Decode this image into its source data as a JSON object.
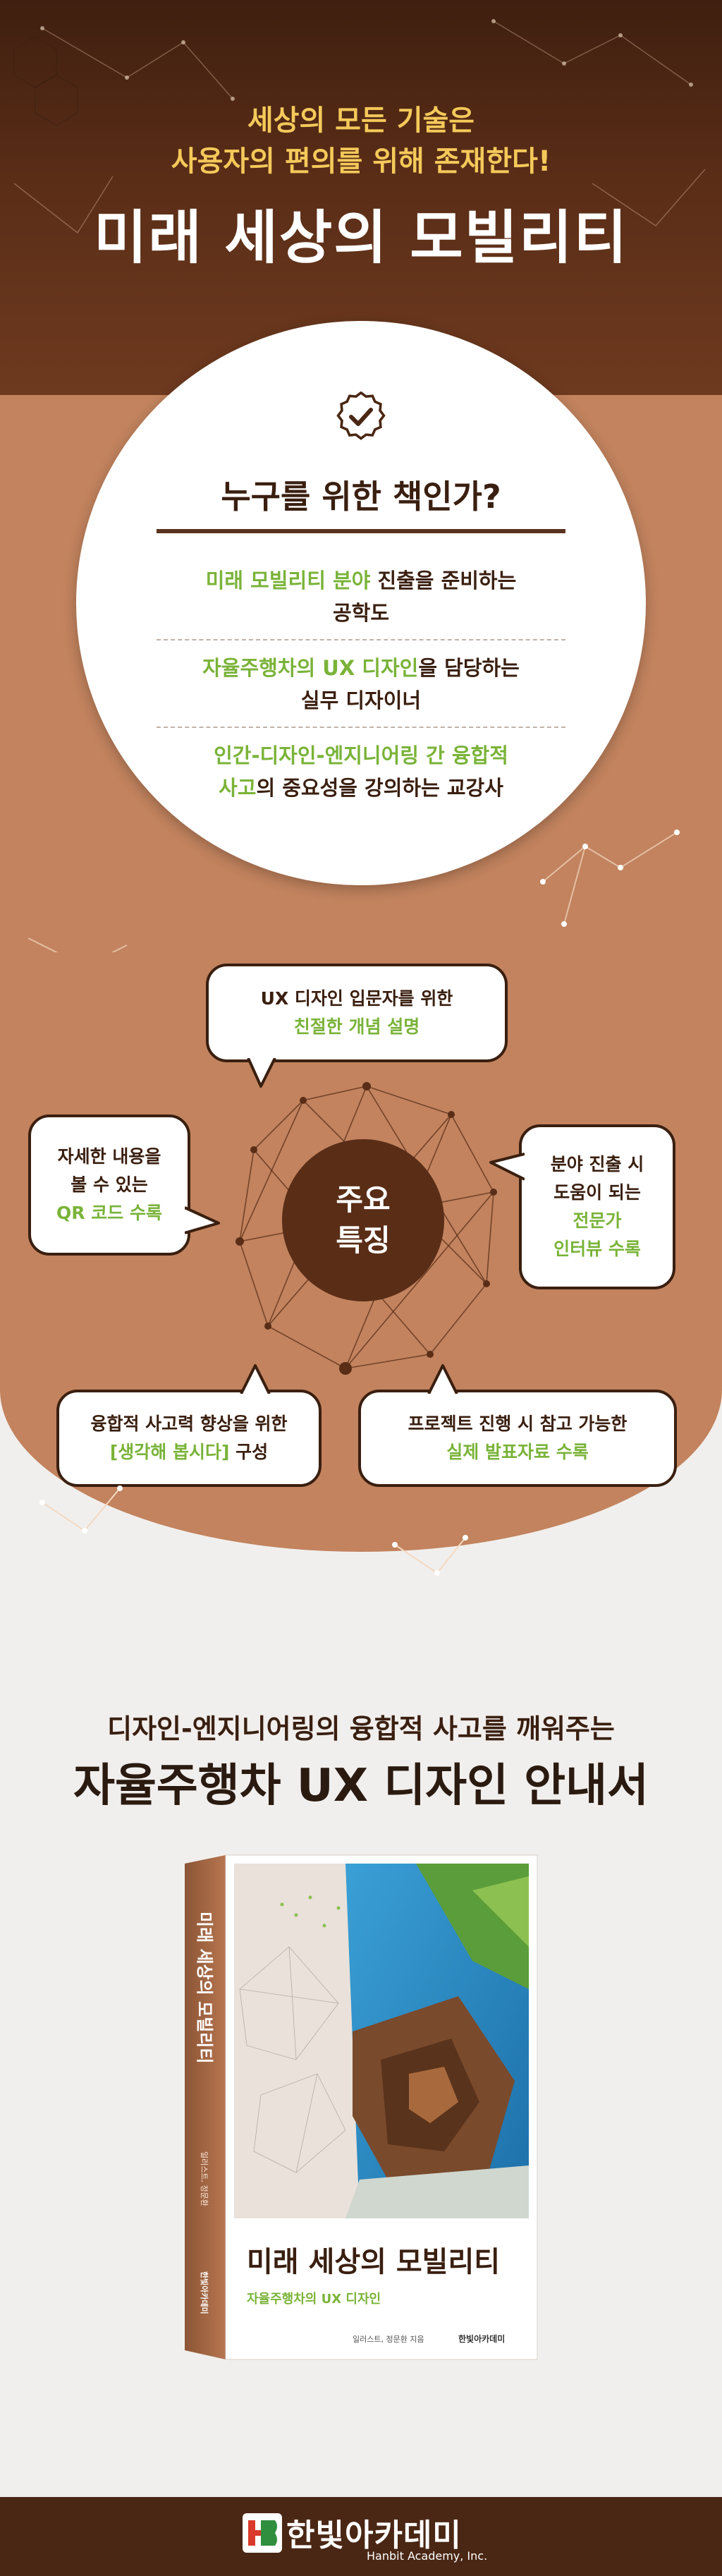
{
  "header": {
    "intro_line1": "세상의 모든 기술은",
    "intro_line2": "사용자의 편의를 위해 존재한다!",
    "title": "미래 세상의 모빌리티"
  },
  "audience": {
    "title": "누구를 위한 책인가?",
    "items": [
      {
        "line1_hl": "미래 모빌리티 분야",
        "line1_rest": " 진출을 준비하는",
        "line2": "공학도"
      },
      {
        "line1_hl": "자율주행차의 UX 디자인",
        "line1_rest": "을 담당하는",
        "line2": "실무 디자이너"
      },
      {
        "line1_hl": "인간-디자인-엔지니어링 간 융합적",
        "line2_hl": "사고",
        "line2_rest": "의 중요성을 강의하는 교강사"
      }
    ]
  },
  "features": {
    "center_line1": "주요",
    "center_line2": "특징",
    "top": {
      "line1": "UX 디자인 입문자를 위한",
      "line2_hl": "친절한 개념 설명"
    },
    "left": {
      "line1": "자세한 내용을",
      "line2": "볼 수 있는",
      "line3_hl": "QR 코드 수록"
    },
    "right": {
      "line1": "분야 진출 시",
      "line2": "도움이 되는",
      "line3_hl": "전문가",
      "line4_hl": "인터뷰 수록"
    },
    "bottom_left": {
      "line1": "융합적 사고력 향상을 위한",
      "line2_hl": "[생각해 봅시다]",
      "line2_rest": " 구성"
    },
    "bottom_right": {
      "line1": "프로젝트 진행 시 참고 가능한",
      "line2_hl": "실제 발표자료 수록"
    }
  },
  "book_section": {
    "subtitle": "디자인-엔지니어링의 융합적 사고를 깨워주는",
    "title": "자율주행차 UX 디자인 안내서",
    "cover_title": "미래 세상의 모빌리티",
    "cover_subtitle": "자율주행차의 UX 디자인",
    "cover_authors": "일러스트, 정문환 지음",
    "spine_title": "미래 세상의 모빌리티",
    "spine_authors": "일러스트, 정문환",
    "spine_publisher": "한빛아카데미",
    "cover_publisher": "한빛아카데미"
  },
  "footer": {
    "logo_text": "한빛아카데미",
    "logo_en": "Hanbit Academy, Inc."
  },
  "colors": {
    "dark_brown": "#3f1f10",
    "mid_brown": "#c2835e",
    "accent_yellow": "#f4c95a",
    "accent_green": "#7ab339",
    "light_bg": "#f1efed"
  }
}
